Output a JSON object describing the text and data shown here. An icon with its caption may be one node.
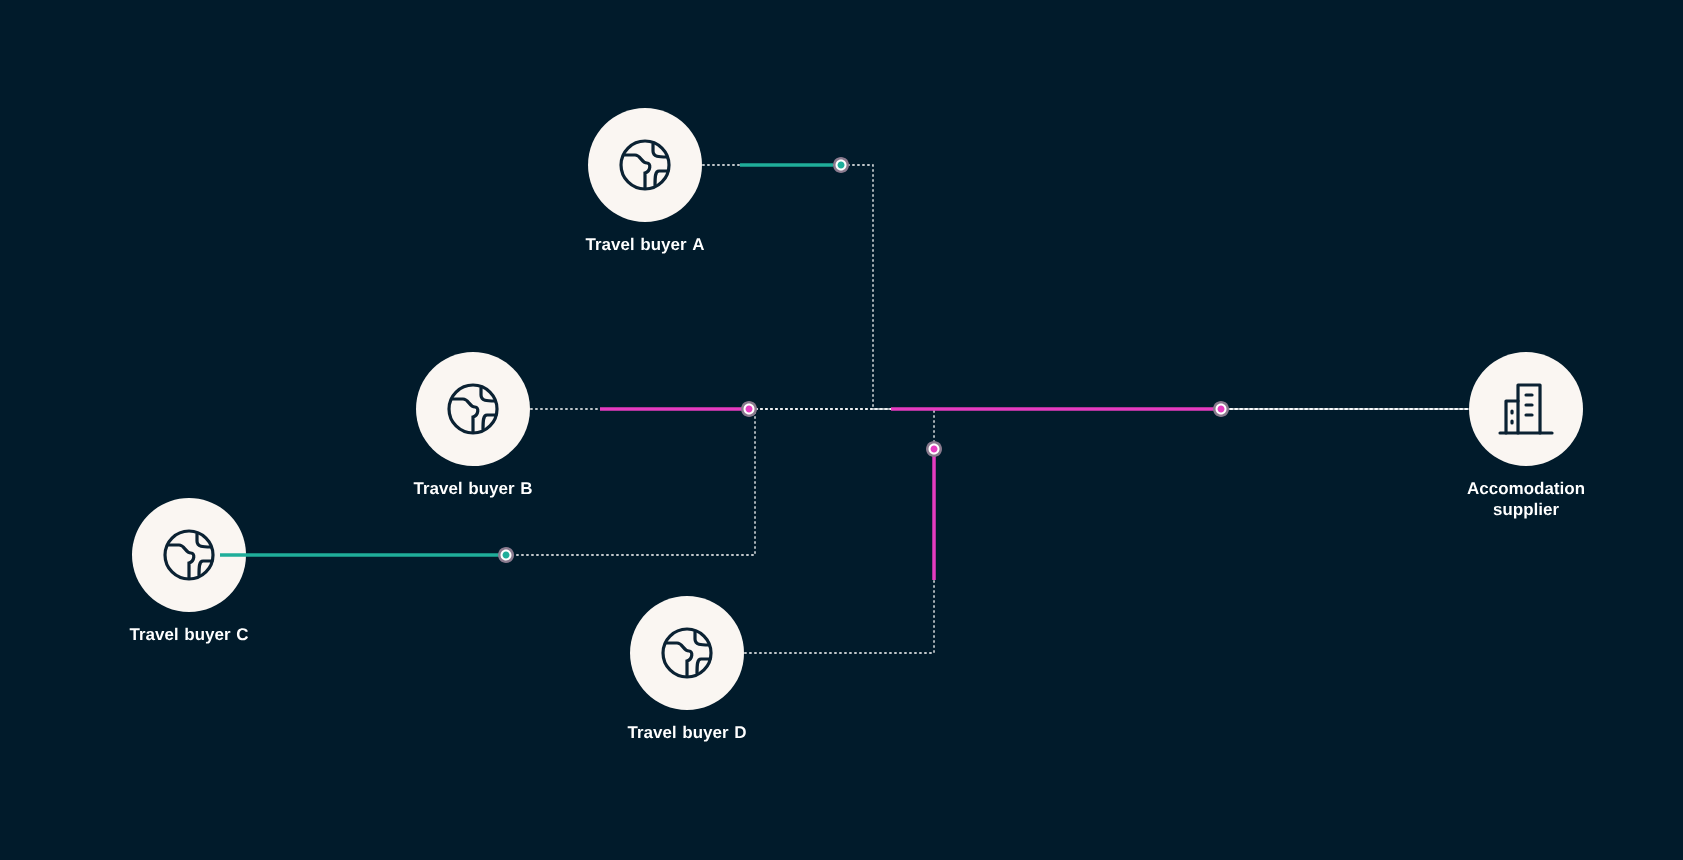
{
  "diagram": {
    "nodes": [
      {
        "text": [
          "Travel buyer A"
        ]
      },
      {
        "text": [
          "Travel buyer B"
        ]
      },
      {
        "text": [
          "Travel buyer C"
        ]
      },
      {
        "text": [
          "Travel buyer D"
        ]
      },
      {
        "text": [
          "Accomodation supplier"
        ]
      }
    ],
    "edges": [
      {
        "from": 0,
        "to": 4,
        "arrow": "none",
        "style": "dashed"
      },
      {
        "from": 1,
        "to": 4,
        "arrow": "none",
        "style": "dashed"
      },
      {
        "from": 2,
        "to": 4,
        "arrow": "none",
        "style": "dashed"
      },
      {
        "from": 3,
        "to": 4,
        "arrow": "none",
        "style": "dashed"
      }
    ]
  }
}
